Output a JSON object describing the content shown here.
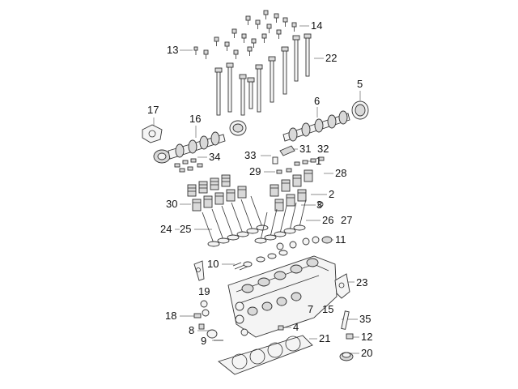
{
  "callouts": {
    "c1": "1",
    "c2": "2",
    "c3": "3",
    "c4": "4",
    "c5": "5",
    "c6": "6",
    "c7": "7",
    "c8": "8",
    "c9": "9",
    "c10": "10",
    "c11": "11",
    "c12": "12",
    "c13": "13",
    "c14": "14",
    "c15": "15",
    "c16": "16",
    "c17": "17",
    "c18": "18",
    "c19": "19",
    "c20": "20",
    "c21": "21",
    "c22": "22",
    "c23": "23",
    "c24": "24",
    "c25": "25",
    "c26": "26",
    "c27": "27",
    "c28": "28",
    "c29": "29",
    "c30": "30",
    "c31": "31",
    "c32": "32",
    "c33": "33",
    "c34": "34",
    "c35": "35"
  },
  "colors": {
    "line": "#333333",
    "fill": "#f4f4f4",
    "shade": "#d9d9d9",
    "text": "#111111"
  }
}
